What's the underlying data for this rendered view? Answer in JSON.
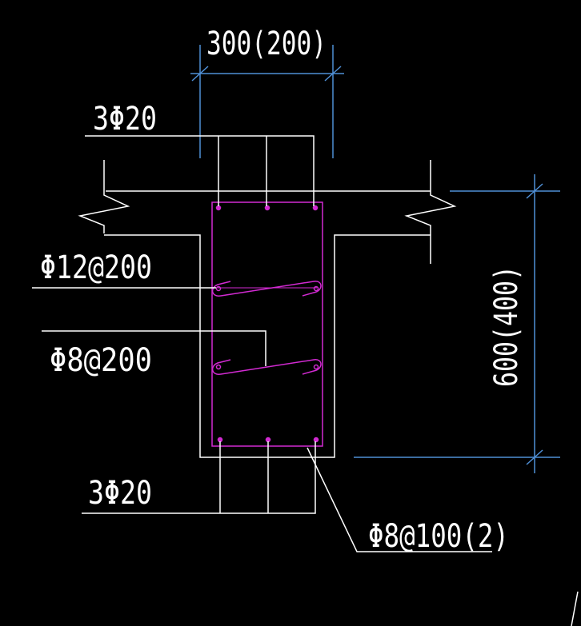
{
  "colors": {
    "background": "#000000",
    "concrete_outline": "#ffffff",
    "dimension": "#4f8fd6",
    "rebar": "#d22ad2",
    "text": "#ffffff"
  },
  "labels": {
    "width_dim": "300(200)",
    "height_dim": "600(400)",
    "top_bars": "3Φ20",
    "bottom_bars": "3Φ20",
    "side_bars": "Φ12@200",
    "tie_bars": "Φ8@200",
    "stirrups": "Φ8@100(2)"
  }
}
